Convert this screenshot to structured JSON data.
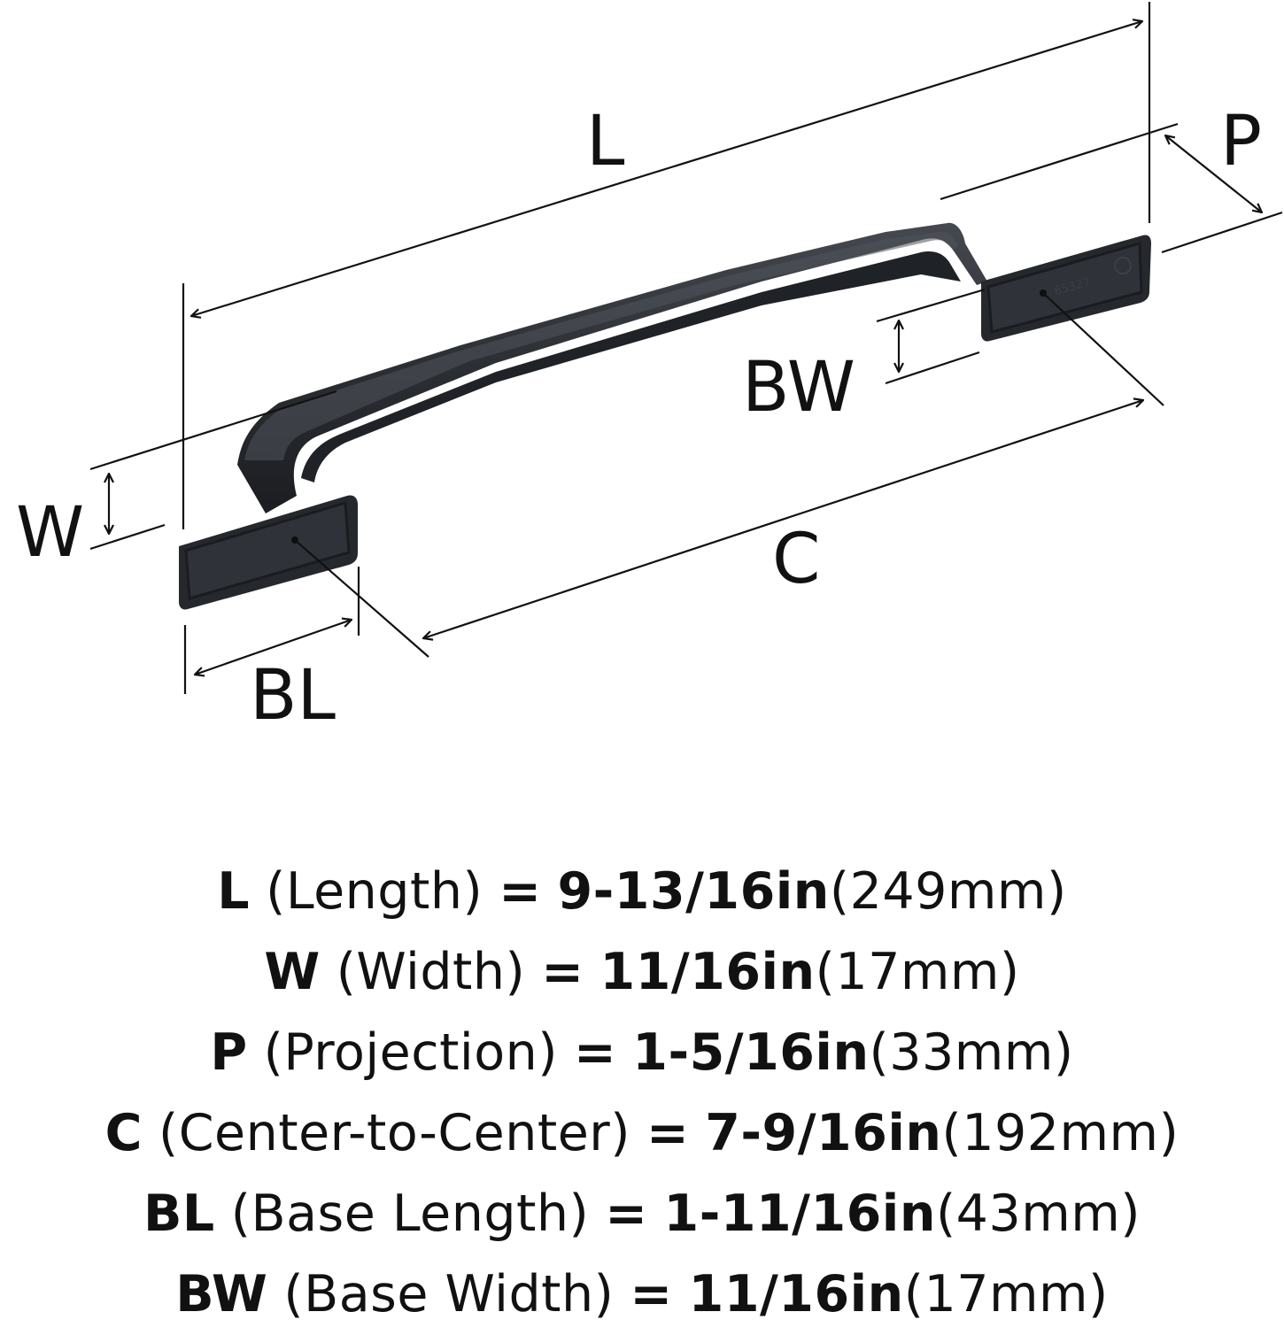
{
  "diagram": {
    "dimension_labels": {
      "L": "L",
      "P": "P",
      "BW": "BW",
      "W": "W",
      "C": "C",
      "BL": "BL"
    },
    "part_stamp": "65327"
  },
  "specs": [
    {
      "code": "L",
      "name": "(Length)",
      "eq": "=",
      "inches": "9-13/16in",
      "mm": "(249mm)"
    },
    {
      "code": "W",
      "name": "(Width)",
      "eq": "=",
      "inches": "11/16in",
      "mm": "(17mm)"
    },
    {
      "code": "P",
      "name": "(Projection)",
      "eq": "=",
      "inches": "1-5/16in",
      "mm": "(33mm)"
    },
    {
      "code": "C",
      "name": "(Center-to-Center)",
      "eq": "=",
      "inches": "7-9/16in",
      "mm": "(192mm)"
    },
    {
      "code": "BL",
      "name": "(Base Length)",
      "eq": "=",
      "inches": "1-11/16in",
      "mm": "(43mm)"
    },
    {
      "code": "BW",
      "name": "(Base Width)",
      "eq": "=",
      "inches": "11/16in",
      "mm": "(17mm)"
    }
  ],
  "colors": {
    "handle_body": "#2b2e33",
    "handle_highlight": "#4a4e55",
    "handle_shadow": "#17191c",
    "line": "#111111",
    "background": "#ffffff"
  }
}
